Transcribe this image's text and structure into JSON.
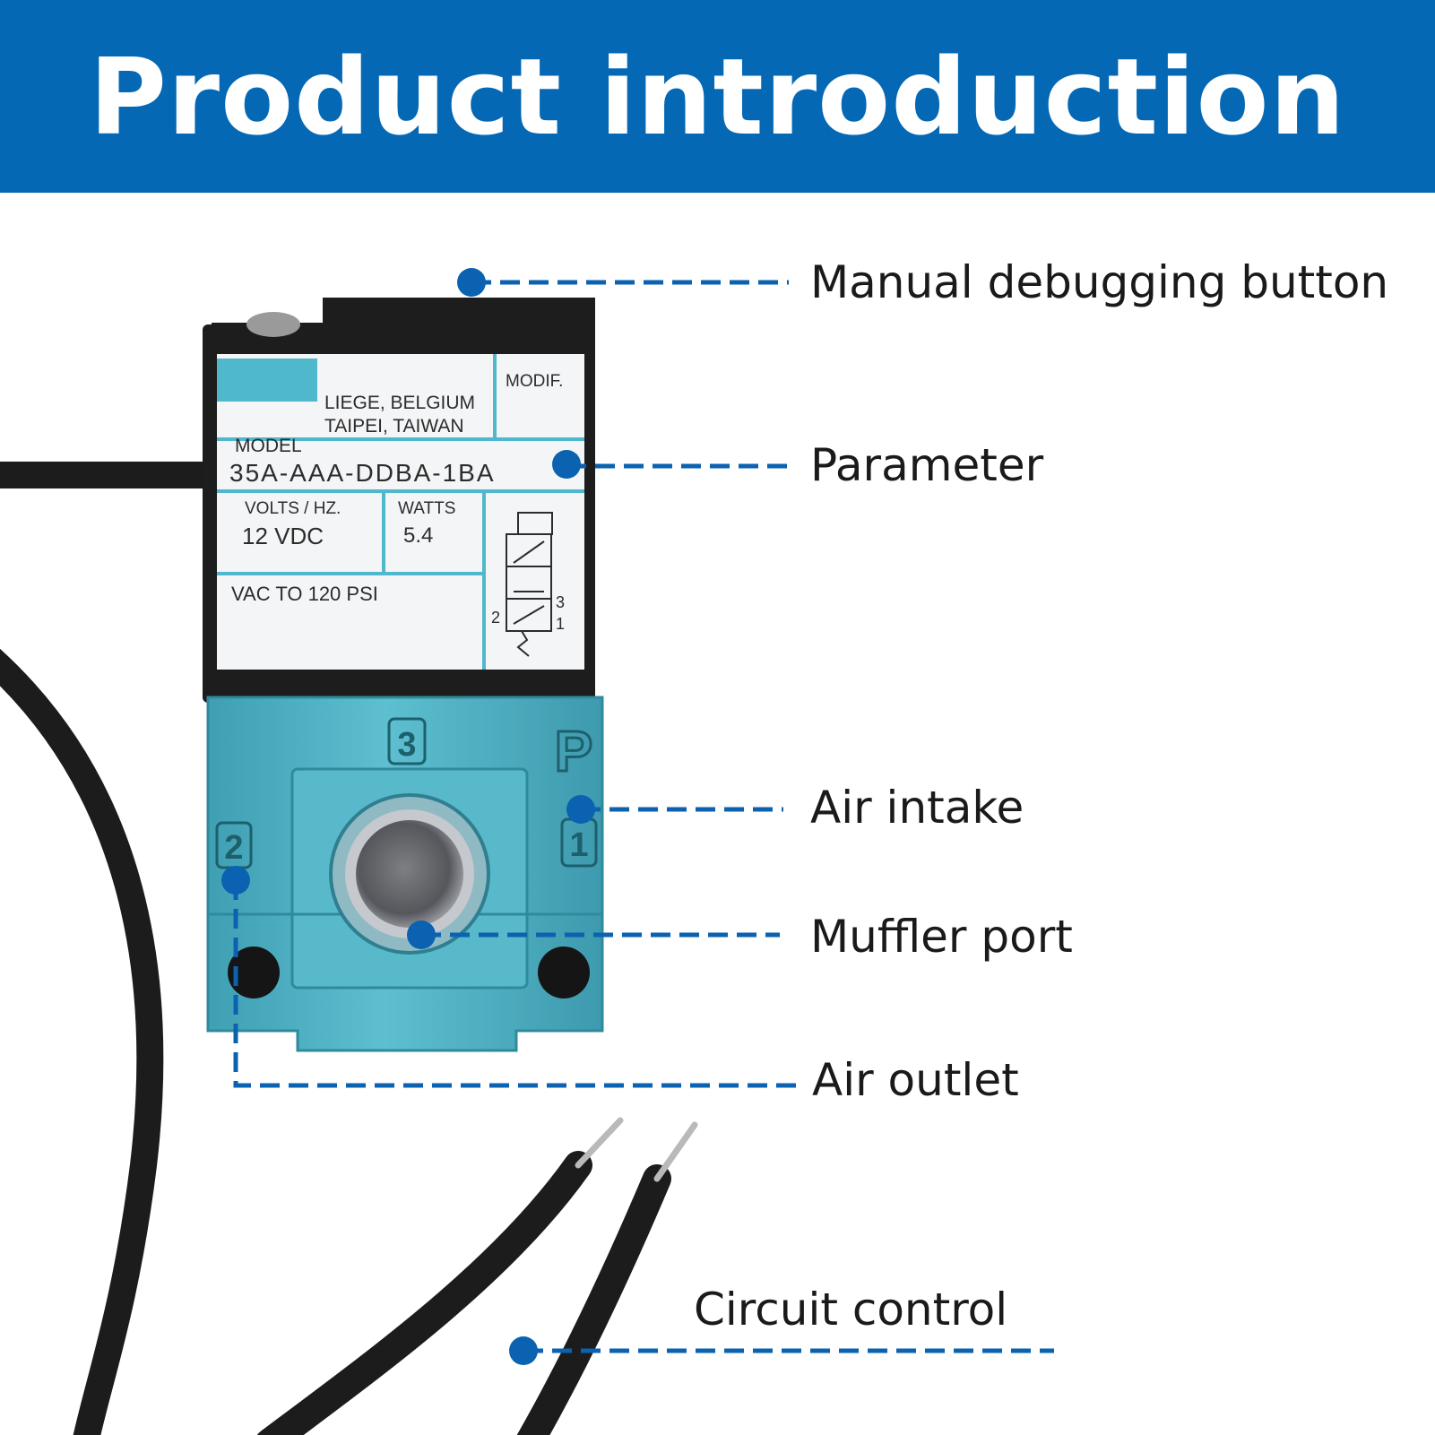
{
  "banner": {
    "title": "Product introduction",
    "color": "#0468b5"
  },
  "label_plate": {
    "origin_line1": "LIEGE, BELGIUM",
    "origin_line2": "TAIPEI, TAIWAN",
    "modif": "MODIF.",
    "model_heading": "MODEL",
    "model_number": "35A-AAA-DDBA-1BA",
    "volts_heading": "VOLTS / HZ.",
    "volts_value": "12 VDC",
    "watts_heading": "WATTS",
    "watts_value": "5.4",
    "pressure_rating": "VAC TO 120 PSI",
    "symbol_port_2": "2",
    "symbol_port_3": "3",
    "symbol_port_1": "1"
  },
  "valve_body": {
    "port_3_mark": "3",
    "port_p_mark": "P",
    "port_2_mark": "2",
    "port_1_mark": "1",
    "color": "#4fb2c4"
  },
  "callouts": {
    "manual_button": "Manual debugging button",
    "parameter": "Parameter",
    "air_intake": "Air intake",
    "muffler_port": "Muffler port",
    "air_outlet": "Air outlet",
    "circuit_control": "Circuit control",
    "line_color": "#0a62b0"
  }
}
